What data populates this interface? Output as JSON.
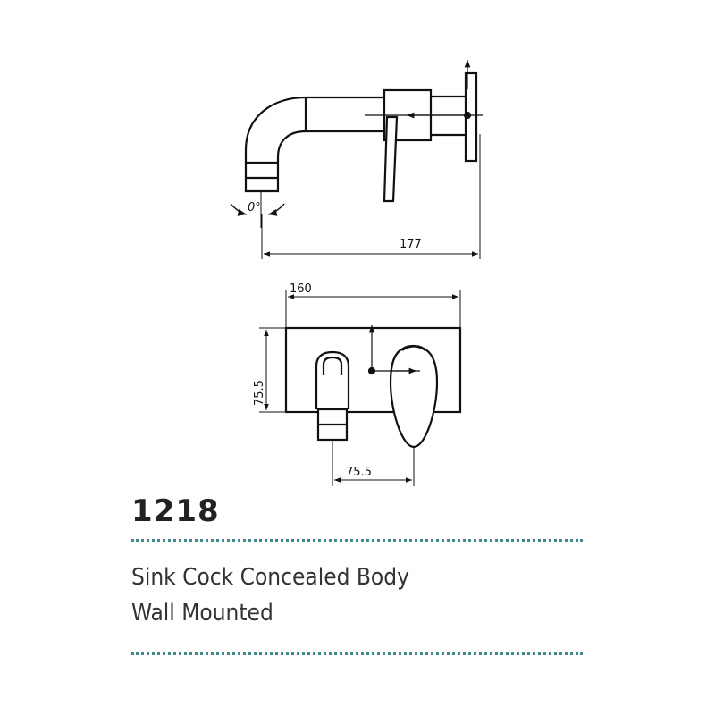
{
  "drawing": {
    "side_view": {
      "angle_label": "0°",
      "width_dim": "177"
    },
    "front_view": {
      "width_dim": "160",
      "height_dim": "75.5",
      "spacing_dim": "75.5"
    }
  },
  "product": {
    "code": "1218",
    "description_line1": "Sink Cock Concealed Body",
    "description_line2": "Wall Mounted"
  }
}
